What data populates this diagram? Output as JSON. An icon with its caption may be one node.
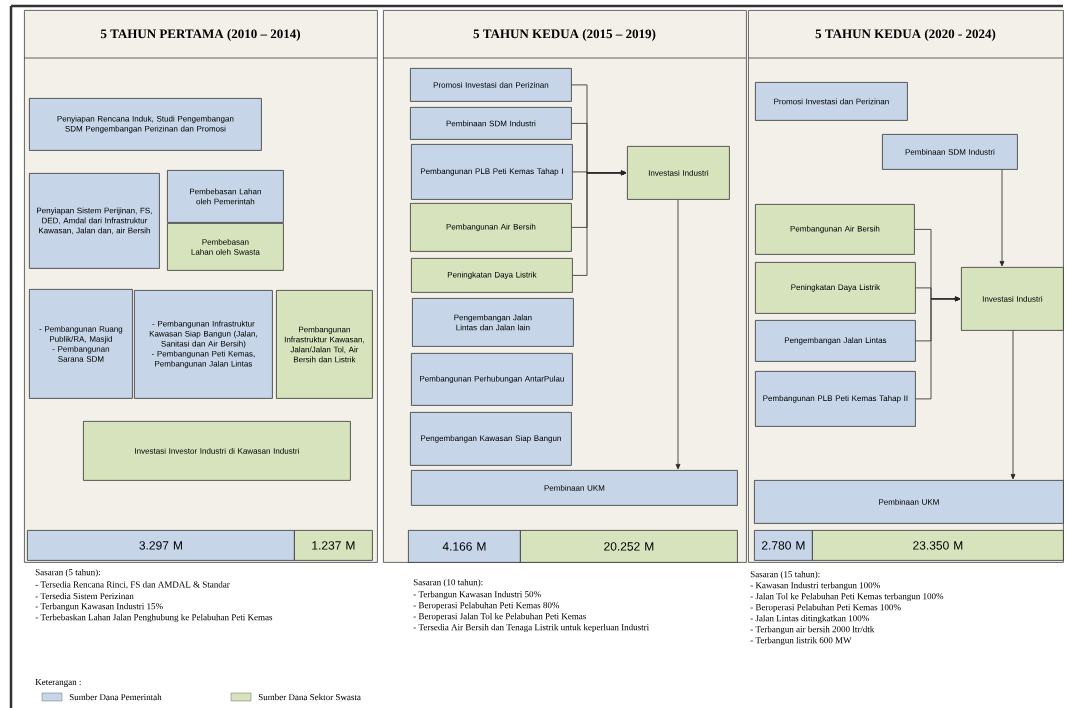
{
  "diagram": {
    "nodes": [
      {
        "text": [
          "5 TAHUN PERTAMA (2010 – 2014)"
        ]
      },
      {
        "text": [
          "Penyiapan Rencana Induk, Studi Pengembangan SDM Pengembangan Perizinan dan Promosi"
        ],
        "in": 0
      },
      {
        "text": [
          "Penyiapan Sistem Perijinan, FS, DED, Amdal dari Infrastruktur Kawasan, Jalan dan, air Bersih"
        ],
        "in": 0
      },
      {
        "text": [
          "Pembebasan Lahan oleh Pemerintah"
        ],
        "in": 0
      },
      {
        "text": [
          "Pembebasan Lahan oleh Swasta"
        ],
        "in": 0
      },
      {
        "text": [
          "- Pembangunan Ruang Publik/RA, Masjid",
          "- Pembangunan Sarana SDM"
        ],
        "in": 0
      },
      {
        "text": [
          "- Pembangunan Infrastruktur Kawasan Siap Bangun (Jalan, Sanitasi dan Air Bersih)",
          "- Pembangunan Peti Kemas, Pembangunan Jalan Lintas"
        ],
        "in": 0
      },
      {
        "text": [
          "Pembangunan Infrastruktur Kawasan, Jalan/Jalan Tol, Air Bersih dan Listrik"
        ],
        "in": 0
      },
      {
        "text": [
          "Investasi Investor Industri di Kawasan Industri"
        ],
        "in": 0
      },
      {
        "text": [
          "3.297 M"
        ],
        "in": 0
      },
      {
        "text": [
          "1.237 M"
        ],
        "in": 0
      },
      {
        "text": [
          "5 TAHUN KEDUA (2015 – 2019)"
        ]
      },
      {
        "text": [
          "Promosi Investasi dan Perizinan"
        ],
        "in": 11
      },
      {
        "text": [
          "Pembinaan SDM Industri"
        ],
        "in": 11
      },
      {
        "text": [
          "Pembangunan PLB Peti Kemas Tahap I"
        ],
        "in": 11
      },
      {
        "text": [
          "Pembangunan Air Bersih"
        ],
        "in": 11
      },
      {
        "text": [
          "Peningkatan Daya Listrik"
        ],
        "in": 11
      },
      {
        "text": [
          "Pengembangan Jalan Lintas dan Jalan lain"
        ],
        "in": 11
      },
      {
        "text": [
          "Pembangunan Perhubungan AntarPulau"
        ],
        "in": 11
      },
      {
        "text": [
          "Pengembangan Kawasan Siap Bangun"
        ],
        "in": 11
      },
      {
        "text": [
          "Investasi Industri"
        ],
        "in": 11
      },
      {
        "text": [
          "Pembinaan UKM"
        ],
        "in": 11
      },
      {
        "text": [
          "4.166 M"
        ],
        "in": 11
      },
      {
        "text": [
          "20.252 M"
        ],
        "in": 11
      },
      {
        "text": [
          "5 TAHUN KEDUA (2020 - 2024)"
        ]
      },
      {
        "text": [
          "Promosi Investasi dan Perizinan"
        ],
        "in": 24
      },
      {
        "text": [
          "Pembinaan SDM Industri"
        ],
        "in": 24
      },
      {
        "text": [
          "Pembangunan Air Bersih"
        ],
        "in": 24
      },
      {
        "text": [
          "Peningkatan Daya Listrik"
        ],
        "in": 24
      },
      {
        "text": [
          "Pengembangan Jalan Lintas"
        ],
        "in": 24
      },
      {
        "text": [
          "Pembangunan PLB Peti Kemas Tahap II"
        ],
        "in": 24
      },
      {
        "text": [
          "Investasi Industri"
        ],
        "in": 24
      },
      {
        "text": [
          "Pembinaan UKM"
        ],
        "in": 24
      },
      {
        "text": [
          "2.780 M"
        ],
        "in": 24
      },
      {
        "text": [
          "23.350 M"
        ],
        "in": 24
      }
    ],
    "edges": [
      {
        "from": 12,
        "to": 20,
        "arrow": "to"
      },
      {
        "from": 13,
        "to": 20,
        "arrow": "to"
      },
      {
        "from": 14,
        "to": 20,
        "arrow": "to"
      },
      {
        "from": 15,
        "to": 20,
        "arrow": "to"
      },
      {
        "from": 16,
        "to": 20,
        "arrow": "to"
      },
      {
        "from": 20,
        "to": 21,
        "arrow": "to"
      },
      {
        "from": 26,
        "to": 31,
        "arrow": "to"
      },
      {
        "from": 27,
        "to": 31,
        "arrow": "to"
      },
      {
        "from": 28,
        "to": 31,
        "arrow": "to"
      },
      {
        "from": 29,
        "to": 31,
        "arrow": "to"
      },
      {
        "from": 30,
        "to": 31,
        "arrow": "to"
      },
      {
        "from": 31,
        "to": 32,
        "arrow": "to"
      }
    ],
    "labels": [
      "Sasaran (5 tahun):",
      "- Tersedia Rencana Rinci, FS dan AMDAL & Standar",
      "- Tersedia Sistem Perizinan",
      "- Terbangun Kawasan Industri 15%",
      "- Terbebaskan Lahan Jalan Penghubung ke Pelabuhan Peti Kemas",
      "Sasaran (10 tahun):",
      "- Terbangun Kawasan Industri 50%",
      "- Beroperasi Pelabuhan Peti Kemas 80%",
      "- Beroperasi Jalan Tol ke Pelabuhan Peti Kemas",
      "- Tersedia Air Bersih dan Tenaga Listrik untuk keperluan Industri",
      "Sasaran (15 tahun):",
      "- Kawasan Industri terbangun 100%",
      "- Jalan Tol ke Pelabuhan Peti Kemas terbangun 100%",
      "- Beroperasi Pelabuhan Peti Kemas 100%",
      "- Jalan Lintas ditingkatkan 100%",
      "- Terbangun air bersih 2000 ltr/dtk",
      "- Terbangun listrik 600 MW",
      "Keterangan :"
    ],
    "legend": [
      {
        "text": "Sumber Dana Pemerintah",
        "color": "#c6d6e8"
      },
      {
        "text": "Sumber Dana Sektor Swasta",
        "color": "#d6e3bc"
      }
    ]
  }
}
